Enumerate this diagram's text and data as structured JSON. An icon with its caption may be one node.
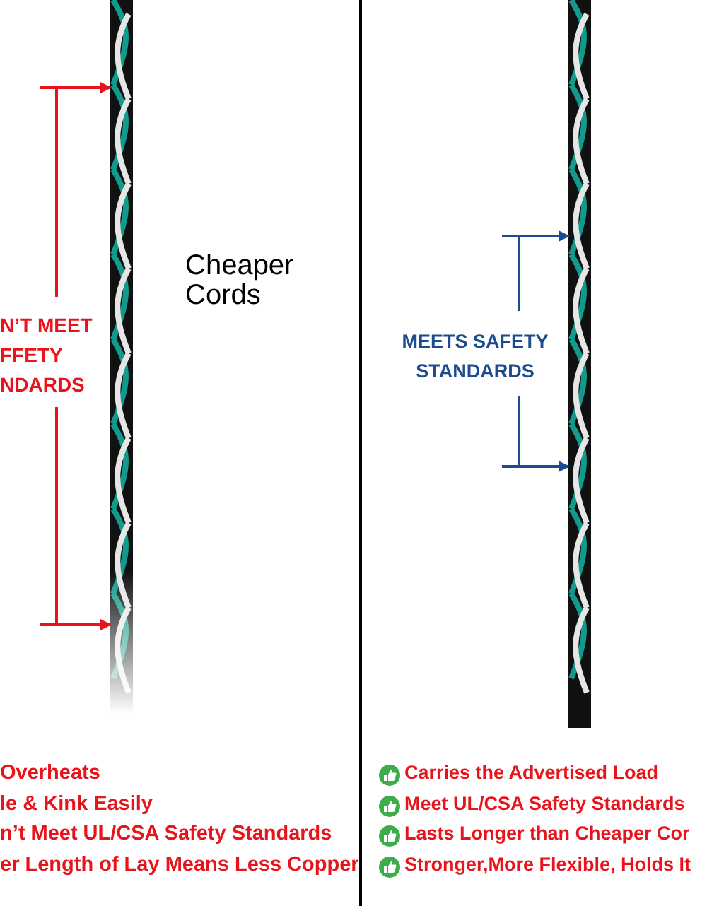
{
  "diagram": {
    "labels": [
      "N’T MEET FFETY NDARDS",
      "Cheaper Cords",
      "MEETS SAFETY STANDARDS",
      "Overheats",
      "le & Kink Easily",
      "n’t Meet UL/CSA Safety Standards",
      "er Length of Lay Means Less Copper",
      "Carries the Advertised Load",
      "Meet UL/CSA Safety Standards",
      "Lasts Longer than Cheaper Cor",
      "Stronger,More Flexible, Holds It"
    ]
  }
}
